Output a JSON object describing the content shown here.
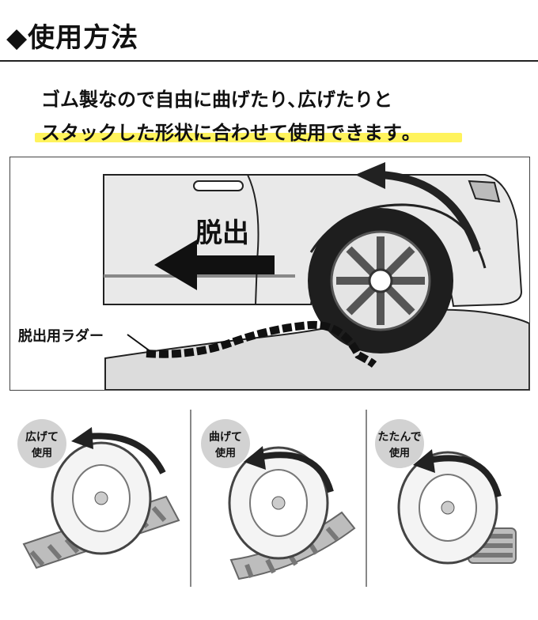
{
  "header": {
    "title": "◆使用方法"
  },
  "intro": {
    "line1": "ゴム製なので自由に曲げたり､広げたりと",
    "line2": "スタックした形状に合わせて使用できます｡",
    "highlight_color": "#fff35c"
  },
  "scene": {
    "exit_label": "脱出",
    "ladder_label": "脱出用ラダー"
  },
  "panels": [
    {
      "badge_line1": "広げて",
      "badge_line2": "使用"
    },
    {
      "badge_line1": "曲げて",
      "badge_line2": "使用"
    },
    {
      "badge_line1": "たたんで",
      "badge_line2": "使用"
    }
  ],
  "icons": {
    "header_marker": "diamond-icon",
    "scene_arrow": "left-arrow-icon",
    "rotation_arrow": "curved-arrow-icon"
  }
}
